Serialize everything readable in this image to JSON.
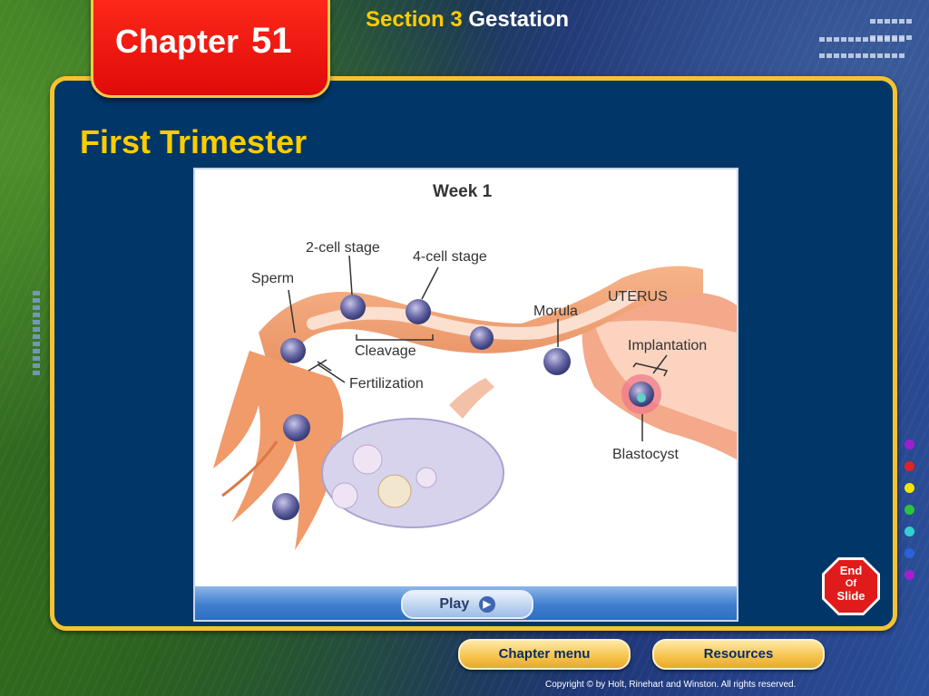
{
  "header": {
    "chapter_word": "Chapter",
    "chapter_number": "51",
    "section_word": "Section 3",
    "section_name": "Gestation"
  },
  "slide": {
    "heading": "First Trimester"
  },
  "animation": {
    "week": "Week 1",
    "labels": {
      "two_cell": "2-cell stage",
      "four_cell": "4-cell stage",
      "sperm": "Sperm",
      "uterus": "UTERUS",
      "morula": "Morula",
      "cleavage": "Cleavage",
      "implantation": "Implantation",
      "fertilization": "Fertilization",
      "blastocyst": "Blastocyst"
    },
    "play_label": "Play",
    "play_icon": "play-icon"
  },
  "nav": {
    "chapter_menu": "Chapter menu",
    "resources": "Resources",
    "end_slide": {
      "line1": "End",
      "line2": "Of",
      "line3": "Slide"
    }
  },
  "footer": {
    "copyright": "Copyright © by Holt, Rinehart and Winston. All rights reserved."
  },
  "colors": {
    "panel": "#003768",
    "panel_border": "#f4c233",
    "heading": "#ffcc00",
    "chapter_tab": "#e00a0a",
    "nav_button": "#f6c24a"
  },
  "side_color_dots": [
    "#9b1fd1",
    "#e32222",
    "#f2e600",
    "#2bc43c",
    "#31d1cf",
    "#2b64d9",
    "#a31fd0"
  ]
}
